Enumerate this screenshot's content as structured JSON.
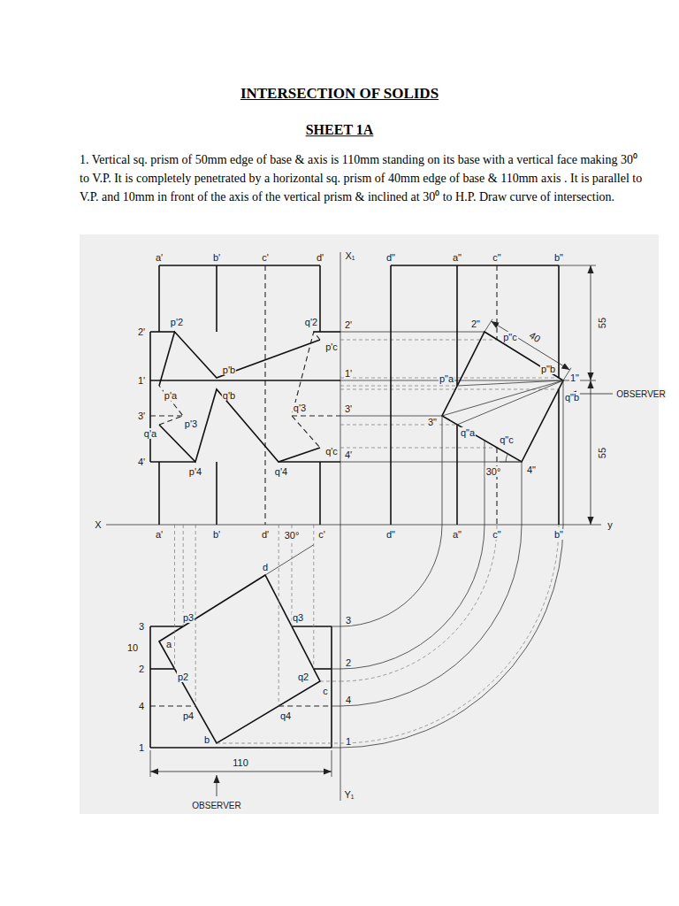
{
  "diagram": {
    "title": "INTERSECTION OF SOLIDS",
    "labels": [
      "SHEET 1A",
      "1. Vertical sq. prism of 50mm edge of base & axis is 110mm standing on its base with a vertical face making 30⁰ to V.P. It is completely penetrated by a horizontal sq. prism of 40mm edge of base & 110mm axis . It is parallel to V.P. and 10mm in front of the axis of the vertical prism & inclined at 30⁰ to H.P. Draw curve of intersection.",
      "a'",
      "b'",
      "c'",
      "d'",
      "X₁",
      "d\"",
      "a\"",
      "c\"",
      "b\"",
      "2'",
      "1'",
      "3'",
      "4'",
      "2'",
      "1'",
      "3'",
      "4'",
      "p'2",
      "q'2",
      "p'c",
      "p'a",
      "p'b",
      "p'3",
      "q'b",
      "q'3",
      "q'a",
      "q'c",
      "p'4",
      "q'4",
      "2\"",
      "p\"c",
      "40",
      "p\"b",
      "1\"",
      "q\"b",
      "p\"a",
      "3\"",
      "q\"a",
      "q\"c",
      "4\"",
      "30°",
      "55",
      "55",
      "OBSERVER",
      "X",
      "a'",
      "b'",
      "d'",
      "30°",
      "c'",
      "d\"",
      "a\"",
      "c\"",
      "b\"",
      "y",
      "d",
      "3",
      "a",
      "p3",
      "q3",
      "3",
      "2",
      "p2",
      "q2",
      "2",
      "c",
      "4",
      "p4",
      "10",
      "q4",
      "4",
      "b",
      "1",
      "1",
      "110",
      "OBSERVER",
      "Y₁"
    ]
  }
}
